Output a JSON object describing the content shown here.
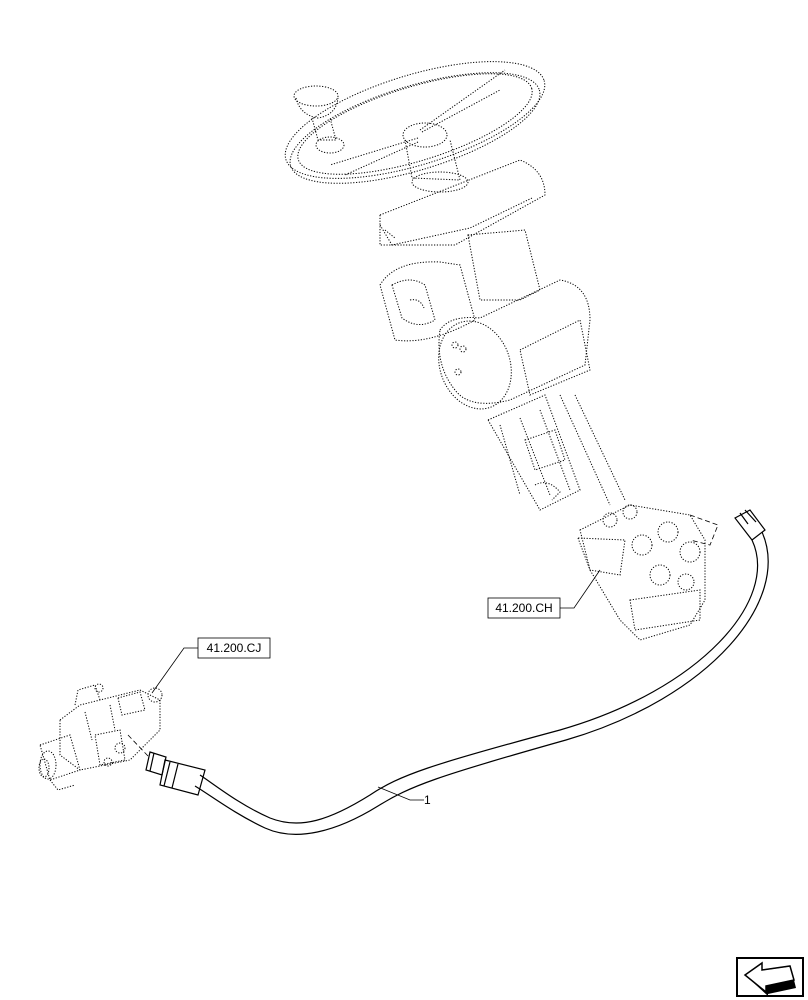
{
  "references": {
    "steering_unit": "41.200.CH",
    "steering_valve": "41.200.CJ"
  },
  "callouts": {
    "hose": "1"
  },
  "icons": {
    "navigation": "next-page-arrow-icon"
  }
}
